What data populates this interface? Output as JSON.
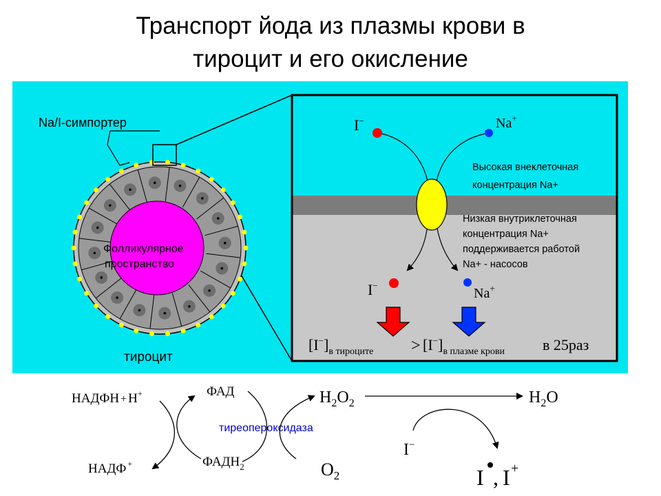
{
  "title": {
    "line1": "Транспорт йода из плазмы крови в",
    "line2": "тироцит и его окисление"
  },
  "colors": {
    "panel_bg": "#00e6f0",
    "inset_bg": "#c8c8c8",
    "membrane": "#7c7c7c",
    "follicle": "#ff00ff",
    "symporter": "#ffff00",
    "iodide_dot": "#ff0000",
    "sodium_dot": "#0033ff"
  },
  "labels": {
    "symporter": "Na/I-симпортер",
    "follicle_line1": "Фолликулярное",
    "follicle_line2": "пространство",
    "thyrocyte": "тироцит"
  },
  "inset": {
    "iodide_ion": "I",
    "iodide_charge": "−",
    "sodium_ion": "Na",
    "sodium_charge": "+",
    "high_conc_line1": "Высокая внеклеточная",
    "high_conc_line2": "концентрация Na+",
    "low_conc_line1": "Низкая внутриклеточная",
    "low_conc_line2": "концентрация Na+",
    "low_conc_line3": "поддерживается работой",
    "low_conc_line4": "Na+ - насосов",
    "formula_ion": "I",
    "formula_charge": "−",
    "formula_sub_thyro": "в тироците",
    "formula_sub_plasma": "в плазме крови",
    "formula_gt": ">",
    "formula_ratio": "в 25раз"
  },
  "reaction": {
    "nadph": "НАДФН",
    "plus": "+",
    "h": "Н",
    "h_charge": "+",
    "nadp": "НАДФ",
    "nadp_charge": "+",
    "fad": "ФАД",
    "fadh": "ФАДН",
    "fadh_sub": "2",
    "enzyme": "тиреопероксидаза",
    "h2o2_h": "H",
    "h2o2_sub1": "2",
    "h2o2_o": "O",
    "h2o2_sub2": "2",
    "o2": "O",
    "o2_sub": "2",
    "h2o_h": "H",
    "h2o_sub": "2",
    "h2o_o": "O",
    "iodide": "I",
    "iodide_charge": "−",
    "product_i1": "I",
    "product_comma": ",",
    "product_i2": "I",
    "product_charge": "+"
  }
}
